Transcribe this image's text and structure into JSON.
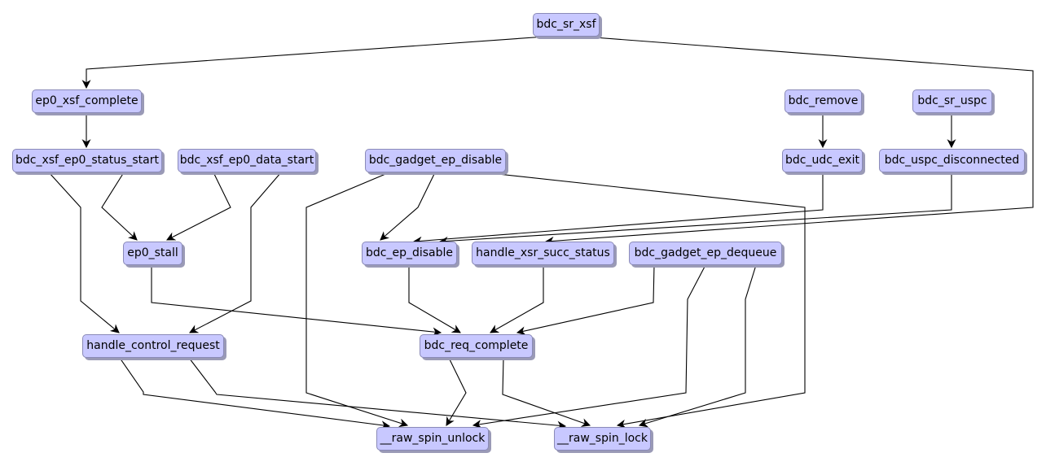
{
  "diagram": {
    "type": "call-graph",
    "nodes": [
      {
        "id": "bdc_sr_xsf",
        "label": "bdc_sr_xsf"
      },
      {
        "id": "ep0_xsf_complete",
        "label": "ep0_xsf_complete"
      },
      {
        "id": "bdc_remove",
        "label": "bdc_remove"
      },
      {
        "id": "bdc_sr_uspc",
        "label": "bdc_sr_uspc"
      },
      {
        "id": "bdc_xsf_ep0_status_start",
        "label": "bdc_xsf_ep0_status_start"
      },
      {
        "id": "bdc_xsf_ep0_data_start",
        "label": "bdc_xsf_ep0_data_start"
      },
      {
        "id": "bdc_gadget_ep_disable",
        "label": "bdc_gadget_ep_disable"
      },
      {
        "id": "bdc_udc_exit",
        "label": "bdc_udc_exit"
      },
      {
        "id": "bdc_uspc_disconnected",
        "label": "bdc_uspc_disconnected"
      },
      {
        "id": "ep0_stall",
        "label": "ep0_stall"
      },
      {
        "id": "bdc_ep_disable",
        "label": "bdc_ep_disable"
      },
      {
        "id": "handle_xsr_succ_status",
        "label": "handle_xsr_succ_status"
      },
      {
        "id": "bdc_gadget_ep_dequeue",
        "label": "bdc_gadget_ep_dequeue"
      },
      {
        "id": "handle_control_request",
        "label": "handle_control_request"
      },
      {
        "id": "bdc_req_complete",
        "label": "bdc_req_complete"
      },
      {
        "id": "raw_spin_unlock",
        "label": "__raw_spin_unlock"
      },
      {
        "id": "raw_spin_lock",
        "label": "__raw_spin_lock"
      }
    ],
    "edges": [
      {
        "from": "bdc_sr_xsf",
        "to": "ep0_xsf_complete"
      },
      {
        "from": "bdc_sr_xsf",
        "to": "handle_xsr_succ_status"
      },
      {
        "from": "ep0_xsf_complete",
        "to": "bdc_xsf_ep0_status_start"
      },
      {
        "from": "bdc_remove",
        "to": "bdc_udc_exit"
      },
      {
        "from": "bdc_sr_uspc",
        "to": "bdc_uspc_disconnected"
      },
      {
        "from": "bdc_xsf_ep0_status_start",
        "to": "handle_control_request"
      },
      {
        "from": "bdc_xsf_ep0_status_start",
        "to": "ep0_stall"
      },
      {
        "from": "bdc_xsf_ep0_data_start",
        "to": "ep0_stall"
      },
      {
        "from": "bdc_xsf_ep0_data_start",
        "to": "handle_control_request"
      },
      {
        "from": "bdc_gadget_ep_disable",
        "to": "raw_spin_unlock"
      },
      {
        "from": "bdc_gadget_ep_disable",
        "to": "bdc_ep_disable"
      },
      {
        "from": "bdc_gadget_ep_disable",
        "to": "raw_spin_lock"
      },
      {
        "from": "bdc_udc_exit",
        "to": "bdc_ep_disable"
      },
      {
        "from": "bdc_uspc_disconnected",
        "to": "bdc_ep_disable"
      },
      {
        "from": "ep0_stall",
        "to": "bdc_req_complete"
      },
      {
        "from": "bdc_ep_disable",
        "to": "bdc_req_complete"
      },
      {
        "from": "handle_xsr_succ_status",
        "to": "bdc_req_complete"
      },
      {
        "from": "bdc_gadget_ep_dequeue",
        "to": "bdc_req_complete"
      },
      {
        "from": "bdc_gadget_ep_dequeue",
        "to": "raw_spin_unlock"
      },
      {
        "from": "bdc_gadget_ep_dequeue",
        "to": "raw_spin_lock"
      },
      {
        "from": "handle_control_request",
        "to": "raw_spin_unlock"
      },
      {
        "from": "handle_control_request",
        "to": "raw_spin_lock"
      },
      {
        "from": "bdc_req_complete",
        "to": "raw_spin_unlock"
      },
      {
        "from": "bdc_req_complete",
        "to": "raw_spin_lock"
      }
    ],
    "colors": {
      "node_fill": "#c8c8ff",
      "node_border": "#8a8ab8",
      "node_shadow": "#9a9ab6",
      "edge": "#000000"
    }
  }
}
